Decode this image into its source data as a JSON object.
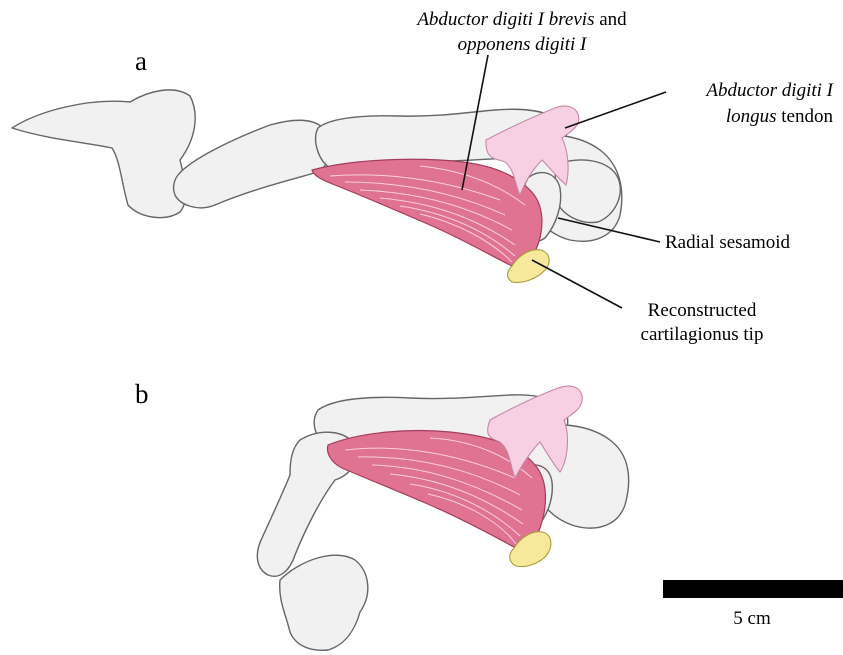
{
  "panels": [
    {
      "letter": "a"
    },
    {
      "letter": "b"
    }
  ],
  "labels": {
    "abductor_brevis": {
      "line1_italic": "Abductor digiti I brevis",
      "line1_plain": " and",
      "line2_italic": "opponens digiti I"
    },
    "abductor_longus": {
      "line1_italic": "Abductor digiti I",
      "line2_italic": "longus",
      "line2_plain": " tendon"
    },
    "radial_sesamoid": "Radial sesamoid",
    "cartilage": {
      "line1": "Reconstructed",
      "line2": "cartilagionus tip"
    }
  },
  "scale_bar": {
    "label": "5 cm",
    "value_cm": 5
  },
  "colors": {
    "muscle": "#e07292",
    "tendon": "#f7d0e4",
    "cartilage": "#f6e99b",
    "bone": "#f1f1f1"
  }
}
